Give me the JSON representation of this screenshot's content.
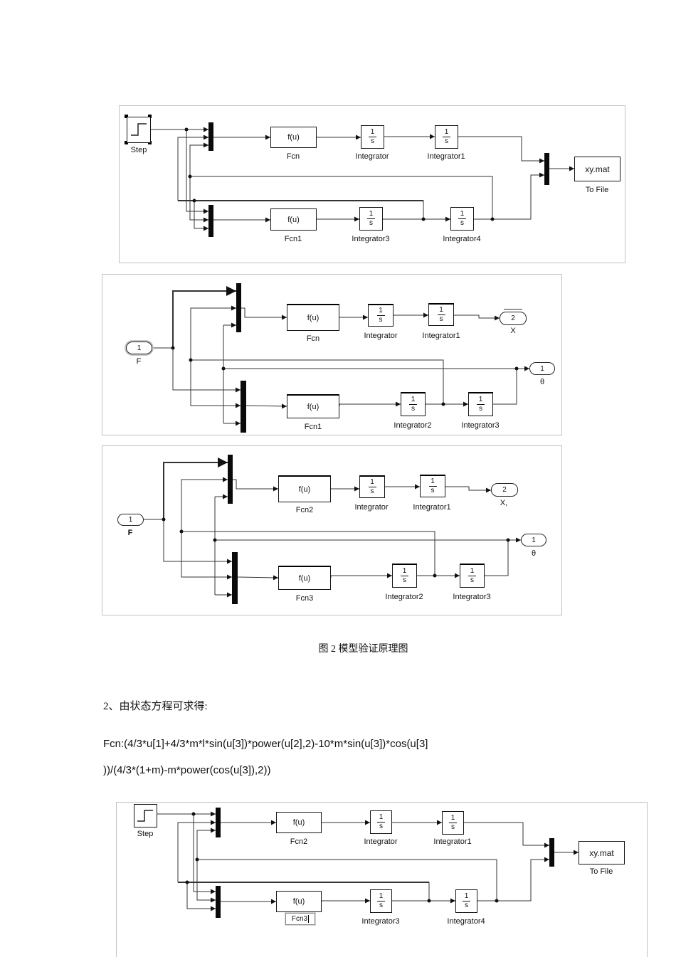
{
  "texts": {
    "caption": "图 2 模型验证原理图",
    "heading": "2、由状态方程可求得:",
    "formula_line1": "Fcn:(4/3*u[1]+4/3*m*l*sin(u[3])*power(u[2],2)-10*m*sin(u[3])*cos(u[3]",
    "formula_line2": "))/(4/3*(1+m)-m*power(cos(u[3]),2))"
  },
  "symbols": {
    "fcn_expr": "f(u)",
    "integrator_num": "1",
    "integrator_den": "s"
  },
  "diagram1": {
    "step": "Step",
    "fcn_top": "Fcn",
    "int_top1": "Integrator",
    "int_top2": "Integrator1",
    "fcn_bot": "Fcn1",
    "int_bot1": "Integrator3",
    "int_bot2": "Integrator4",
    "tofile_value": "xy.mat",
    "tofile": "To File"
  },
  "diagram2": {
    "in_num": "1",
    "in_label": "F",
    "fcn_top": "Fcn",
    "int_top1": "Integrator",
    "int_top2": "Integrator1",
    "out_x_num": "2",
    "out_x_label": "X",
    "out_th_num": "1",
    "out_th_label": "θ",
    "fcn_bot": "Fcn1",
    "int_bot1": "Integrator2",
    "int_bot2": "Integrator3"
  },
  "diagram3": {
    "in_num": "1",
    "in_label": "F",
    "fcn_top": "Fcn2",
    "int_top1": "Integrator",
    "int_top2": "Integrator1",
    "out_x_num": "2",
    "out_x_label": "X,",
    "out_th_num": "1",
    "out_th_label": "θ",
    "fcn_bot": "Fcn3",
    "int_bot1": "Integrator2",
    "int_bot2": "Integrator3"
  },
  "diagram4": {
    "step": "Step",
    "fcn_top": "Fcn2",
    "int_top1": "Integrator",
    "int_top2": "Integrator1",
    "fcn_bot_edit": "Fcn3",
    "int_bot1": "Integrator3",
    "int_bot2": "Integrator4",
    "tofile_value": "xy.mat",
    "tofile": "To File"
  }
}
